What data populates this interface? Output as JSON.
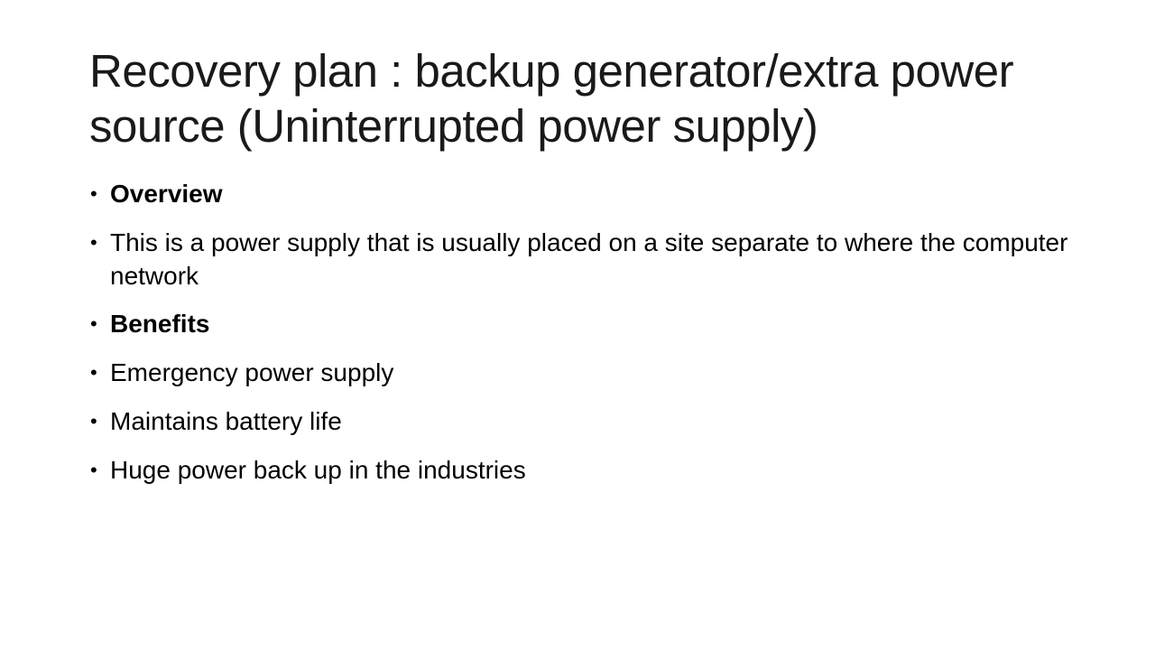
{
  "slide": {
    "title": "Recovery plan : backup generator/extra power source (Uninterrupted power supply)",
    "bullet_glyph": "•",
    "bullets": [
      {
        "text": "Overview",
        "bold": true
      },
      {
        "text": "This is a power supply that is usually placed on a site separate to where the computer network",
        "bold": false
      },
      {
        "text": "Benefits",
        "bold": true
      },
      {
        "text": "Emergency power supply",
        "bold": false
      },
      {
        "text": "Maintains battery life",
        "bold": false
      },
      {
        "text": "Huge power back up in the industries",
        "bold": false
      }
    ]
  }
}
